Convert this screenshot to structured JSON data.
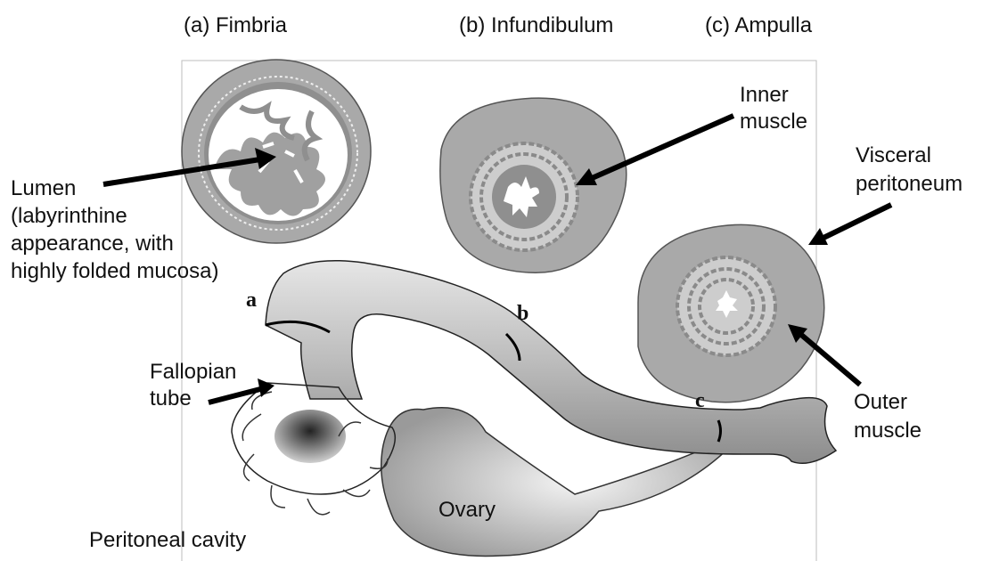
{
  "headings": {
    "fimbria": "(a) Fimbria",
    "infundibulum": "(b) Infundibulum",
    "ampulla": "(c) Ampulla"
  },
  "labels": {
    "lumen": [
      "Lumen",
      "(labyrinthine",
      "appearance, with",
      "highly folded mucosa)"
    ],
    "inner_muscle": [
      "Inner",
      "muscle"
    ],
    "visceral_peritoneum": [
      "Visceral",
      "peritoneum"
    ],
    "fallopian_tube": [
      "Fallopian",
      "tube"
    ],
    "outer_muscle": [
      "Outer",
      "muscle"
    ],
    "ovary": "Ovary",
    "peritoneal_cavity": "Peritoneal cavity"
  },
  "letters": {
    "a": "a",
    "b": "b",
    "c": "c"
  },
  "colors": {
    "tissue": "#a9a9a9",
    "tissue_dark": "#8a8a8a",
    "tube": "#bdbdbd",
    "line": "#000000"
  }
}
